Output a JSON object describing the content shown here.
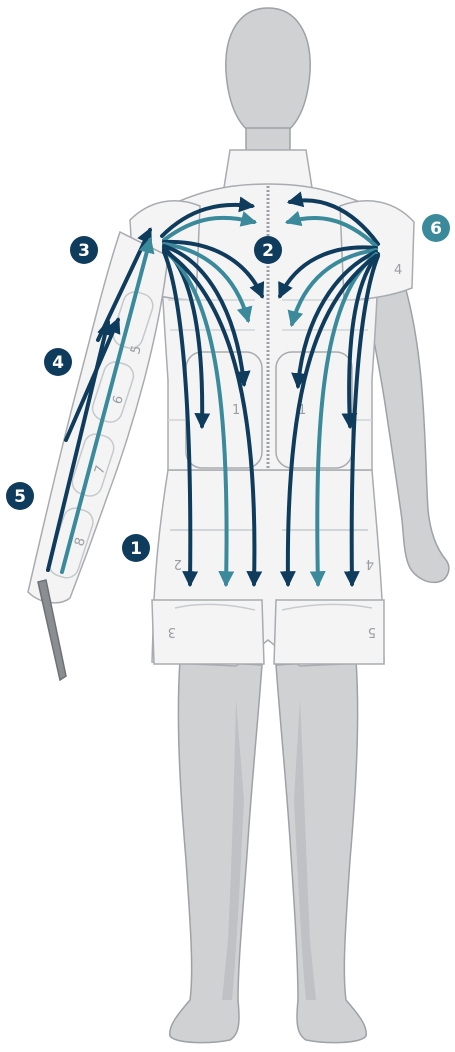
{
  "colors": {
    "dark_arrow": "#0f3c5c",
    "teal_arrow": "#3a8a9c",
    "teal_marker": "#3a8a9c",
    "body_fill": "#cfd1d3",
    "body_stroke": "#9ea2a6",
    "garment_fill": "#f4f4f5",
    "garment_stroke": "#a8acb0"
  },
  "markers": [
    {
      "label": "1",
      "color": "#0f3c5c"
    },
    {
      "label": "2",
      "color": "#0f3c5c"
    },
    {
      "label": "3",
      "color": "#0f3c5c"
    },
    {
      "label": "4",
      "color": "#0f3c5c"
    },
    {
      "label": "5",
      "color": "#0f3c5c"
    },
    {
      "label": "6",
      "color": "#3a8a9c"
    }
  ],
  "chamber_labels": {
    "vest_left": "1",
    "vest_right": "1",
    "shorts_left": "2",
    "shorts_right": "4",
    "leg_left": "3",
    "leg_right": "5",
    "shoulder_right": "4",
    "arm_upper": "5",
    "arm_mid": "6",
    "arm_fore": "7",
    "arm_hand": "8"
  }
}
